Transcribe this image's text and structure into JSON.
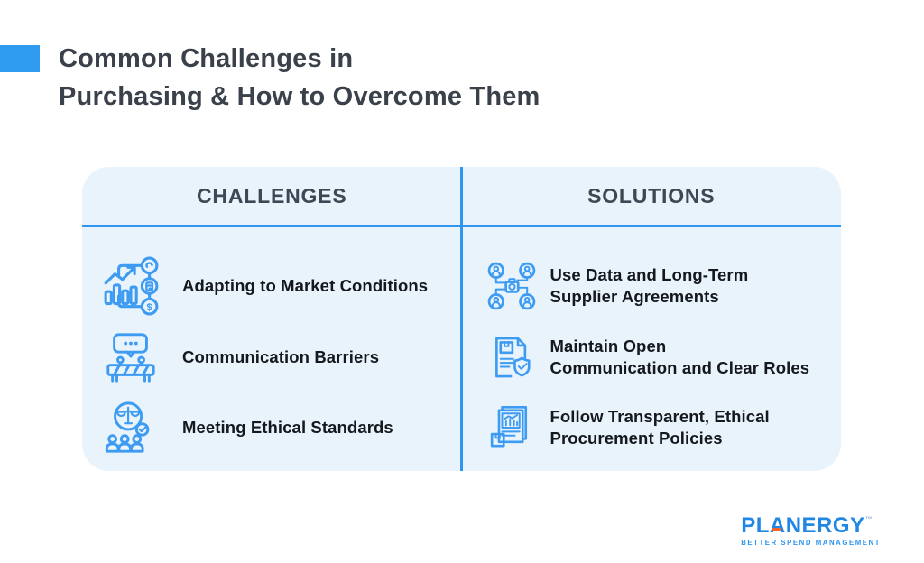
{
  "header": {
    "title_lines": [
      "Common Challenges in",
      "Purchasing & How to Overcome Them"
    ]
  },
  "table": {
    "challenges": {
      "header": "CHALLENGES",
      "items": [
        {
          "icon": "market-conditions-icon",
          "lines": [
            "Adapting to Market Conditions"
          ]
        },
        {
          "icon": "communication-barrier-icon",
          "lines": [
            "Communication Barriers"
          ]
        },
        {
          "icon": "ethical-standards-icon",
          "lines": [
            "Meeting Ethical Standards"
          ]
        }
      ]
    },
    "solutions": {
      "header": "SOLUTIONS",
      "items": [
        {
          "icon": "supplier-network-icon",
          "lines": [
            "Use Data and Long-Term",
            "Supplier Agreements"
          ]
        },
        {
          "icon": "document-shield-icon",
          "lines": [
            "Maintain Open",
            "Communication and Clear Roles"
          ]
        },
        {
          "icon": "report-chart-icon",
          "lines": [
            "Follow Transparent, Ethical",
            "Procurement Policies"
          ]
        }
      ]
    }
  },
  "footer": {
    "logo": {
      "brand": "PLANERGY",
      "trademark": "™",
      "tagline": "BETTER SPEND MANAGEMENT"
    }
  },
  "colors": {
    "accent_blue": "#2E9BF0",
    "table_background": "#E9F3FC",
    "divider_blue": "#2E96EE",
    "icon_stroke": "#3D9BF2",
    "title_text": "#3A414B",
    "item_text": "#15181D",
    "logo_blue": "#2187E3",
    "logo_orange": "#F4662C"
  },
  "icon_dollar_glyph": "$"
}
